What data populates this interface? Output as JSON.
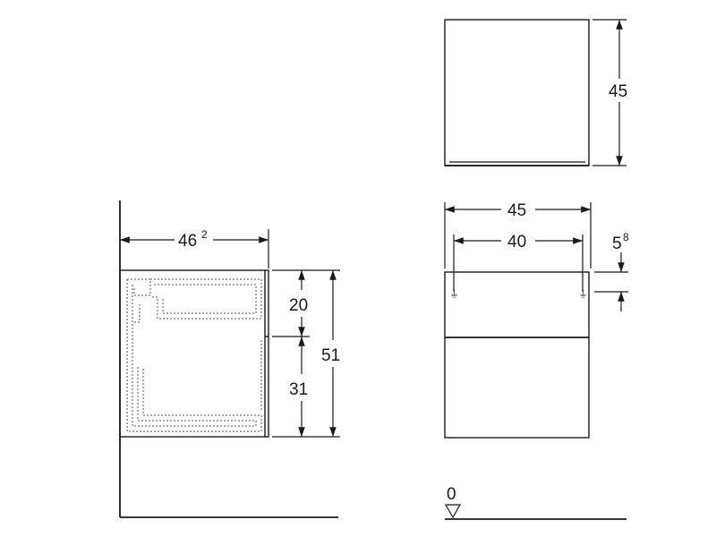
{
  "side_view": {
    "width_main": "46",
    "width_sup": "2",
    "top_drawer": "20",
    "bottom_drawer": "31",
    "total_height": "51"
  },
  "top_view": {
    "depth": "45"
  },
  "front_view": {
    "outer_width": "45",
    "inner_width": "40",
    "offset_main": "5",
    "offset_sup": "8",
    "floor_level": "0"
  }
}
